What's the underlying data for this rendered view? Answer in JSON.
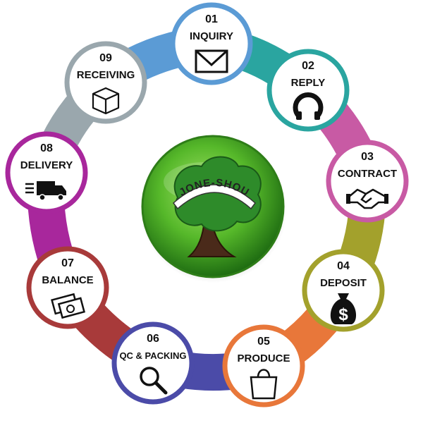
{
  "steps": [
    {
      "number": "01",
      "label": "INQUIRY",
      "icon": "envelope-icon",
      "color": "#5b9bd5"
    },
    {
      "number": "02",
      "label": "REPLY",
      "icon": "headset-icon",
      "color": "#2aa5a0"
    },
    {
      "number": "03",
      "label": "CONTRACT",
      "icon": "handshake-icon",
      "color": "#c85aa4"
    },
    {
      "number": "04",
      "label": "DEPOSIT",
      "icon": "money-bag-icon",
      "color": "#a3a12c"
    },
    {
      "number": "05",
      "label": "PRODUCE",
      "icon": "shopping-bag-icon",
      "color": "#e8773a"
    },
    {
      "number": "06",
      "label": "QC & PACKING",
      "icon": "magnifier-icon",
      "color": "#4b4ba8"
    },
    {
      "number": "07",
      "label": "BALANCE",
      "icon": "banknotes-icon",
      "color": "#a83a3a"
    },
    {
      "number": "08",
      "label": "DELIVERY",
      "icon": "truck-icon",
      "color": "#a8279c"
    },
    {
      "number": "09",
      "label": "RECEIVING",
      "icon": "box-icon",
      "color": "#9aa7ad"
    }
  ],
  "logo": {
    "text": "JONE-SHOU",
    "icon": "tree-icon"
  }
}
